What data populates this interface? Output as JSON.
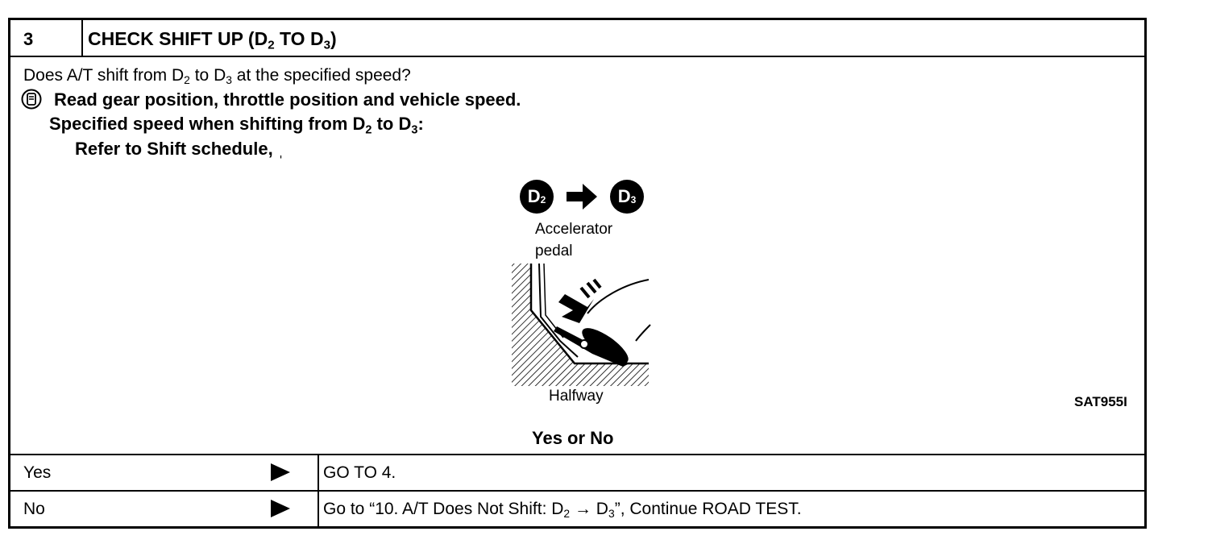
{
  "header": {
    "step_number": "3",
    "title_prefix": "CHECK SHIFT UP (D",
    "title_sub1": "2",
    "title_mid": " TO D",
    "title_sub2": "3",
    "title_suffix": ")"
  },
  "body": {
    "question_a": "Does A/T shift from D",
    "question_sub1": "2",
    "question_b": " to D",
    "question_sub2": "3",
    "question_c": " at the specified speed?",
    "instruction": "Read gear position, throttle position and vehicle speed.",
    "spec_a": "Specified speed when shifting from D",
    "spec_sub1": "2",
    "spec_b": " to D",
    "spec_sub2": "3",
    "spec_c": ":",
    "refer": "Refer to Shift schedule, ",
    "refer_mark": "ˌ"
  },
  "figure": {
    "badge_left_letter": "D",
    "badge_left_num": "2",
    "badge_right_letter": "D",
    "badge_right_num": "3",
    "label_pedal_line1": "Accelerator",
    "label_pedal_line2": "pedal",
    "label_halfway": "Halfway",
    "figure_code": "SAT955I",
    "icon": "consult-tool-icon"
  },
  "question_prompt": "Yes or No",
  "answers": [
    {
      "label": "Yes",
      "action": "GO TO 4."
    },
    {
      "label": "No",
      "action_a": "Go to “10. A/T Does Not Shift: D",
      "action_sub1": "2",
      "action_b": " → D",
      "action_sub2": "3",
      "action_c": "”, Continue ROAD TEST."
    }
  ]
}
